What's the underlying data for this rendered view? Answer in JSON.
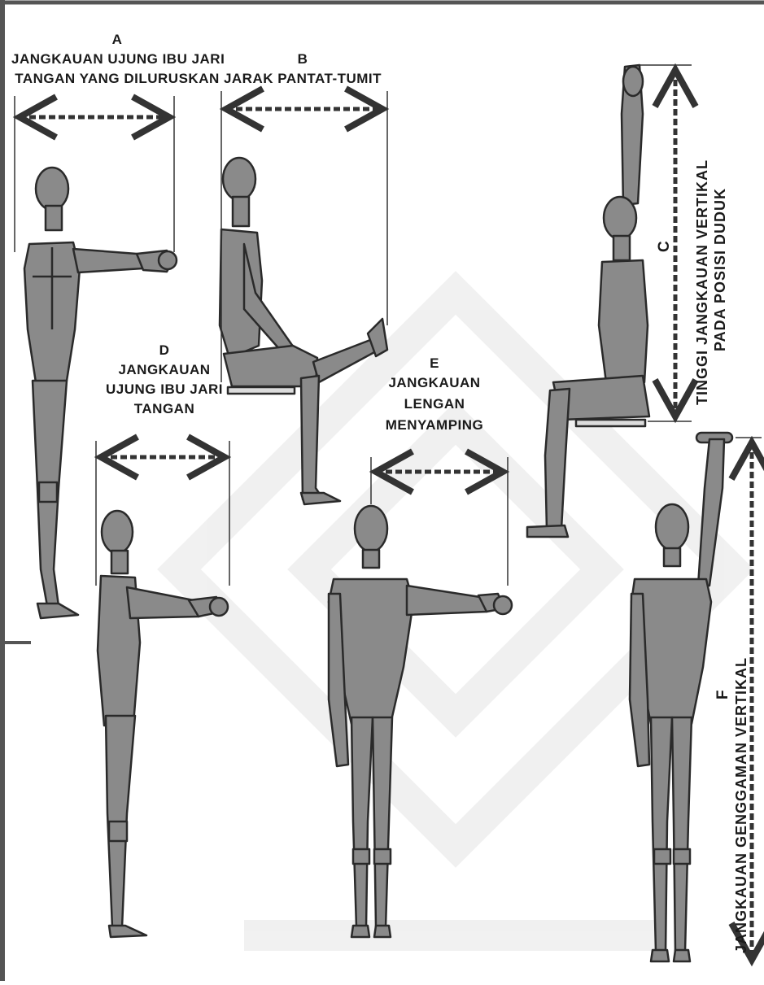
{
  "labels": {
    "a": {
      "letter": "A",
      "line1": "JANGKAUAN UJUNG IBU JARI",
      "line2": "TANGAN YANG DILURUSKAN"
    },
    "b": {
      "letter": "B",
      "line1": "JARAK PANTAT-TUMIT"
    },
    "c": {
      "letter": "C",
      "line1": "TINGGI JANGKAUAN VERTIKAL",
      "line2": "PADA POSISI DUDUK"
    },
    "d": {
      "letter": "D",
      "line1": "JANGKAUAN",
      "line2": "UJUNG IBU JARI",
      "line3": "TANGAN"
    },
    "e": {
      "letter": "E",
      "line1": "JANGKAUAN",
      "line2": "LENGAN",
      "line3": "MENYAMPING"
    },
    "f": {
      "letter": "F",
      "line1": "JANGKAUAN GENGGAMAN VERTIKAL"
    }
  },
  "colors": {
    "figure": "#8a8a8a",
    "outline": "#2a2a2a",
    "ink": "#1a1a1a",
    "watermark": "#f1f1f1",
    "frame": "#444444"
  }
}
